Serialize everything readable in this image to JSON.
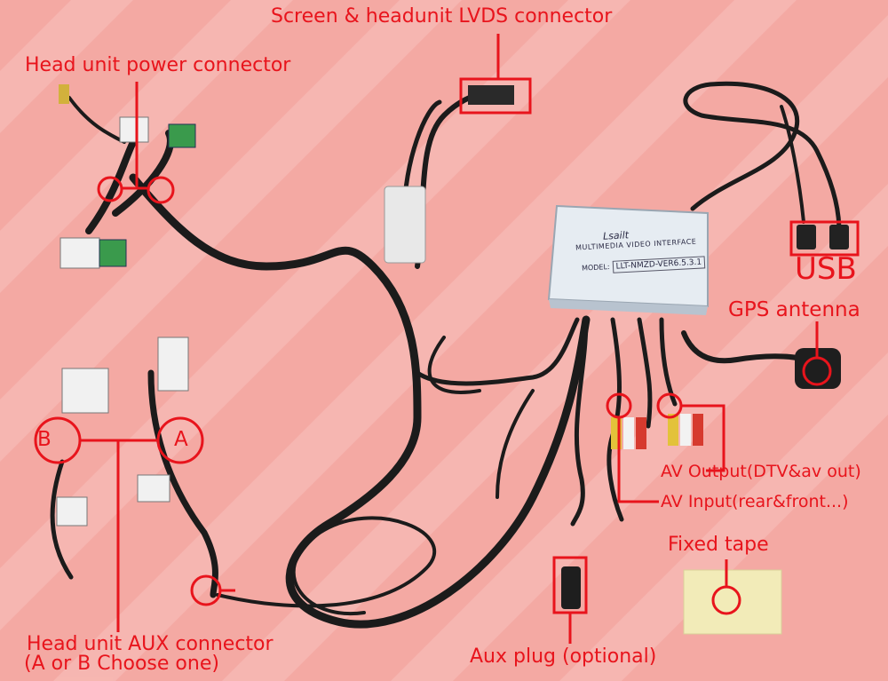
{
  "labels": {
    "lvds": "Screen & headunit LVDS connector",
    "power": "Head unit power connector",
    "usb": "USB",
    "gps": "GPS antenna",
    "av_output": "AV Output(DTV&av out)",
    "av_input": "AV Input(rear&front...)",
    "fixed_tape": "Fixed tape",
    "aux_connector_line1": "Head unit AUX connector",
    "aux_connector_line2": "(A or B Choose one)",
    "aux_plug": "Aux plug (optional)",
    "marker_a": "A",
    "marker_b": "B"
  },
  "device": {
    "logo": "Lsailt",
    "title": "MULTIMEDIA VIDEO INTERFACE",
    "model_prefix": "MODEL:",
    "model": "LLT-NMZD-VER6.5.3.1"
  },
  "colors": {
    "background": "#f4a9a3",
    "annotation": "#e8141c",
    "cable": "#1b1b1b",
    "device_body": "#e6ecf2"
  }
}
